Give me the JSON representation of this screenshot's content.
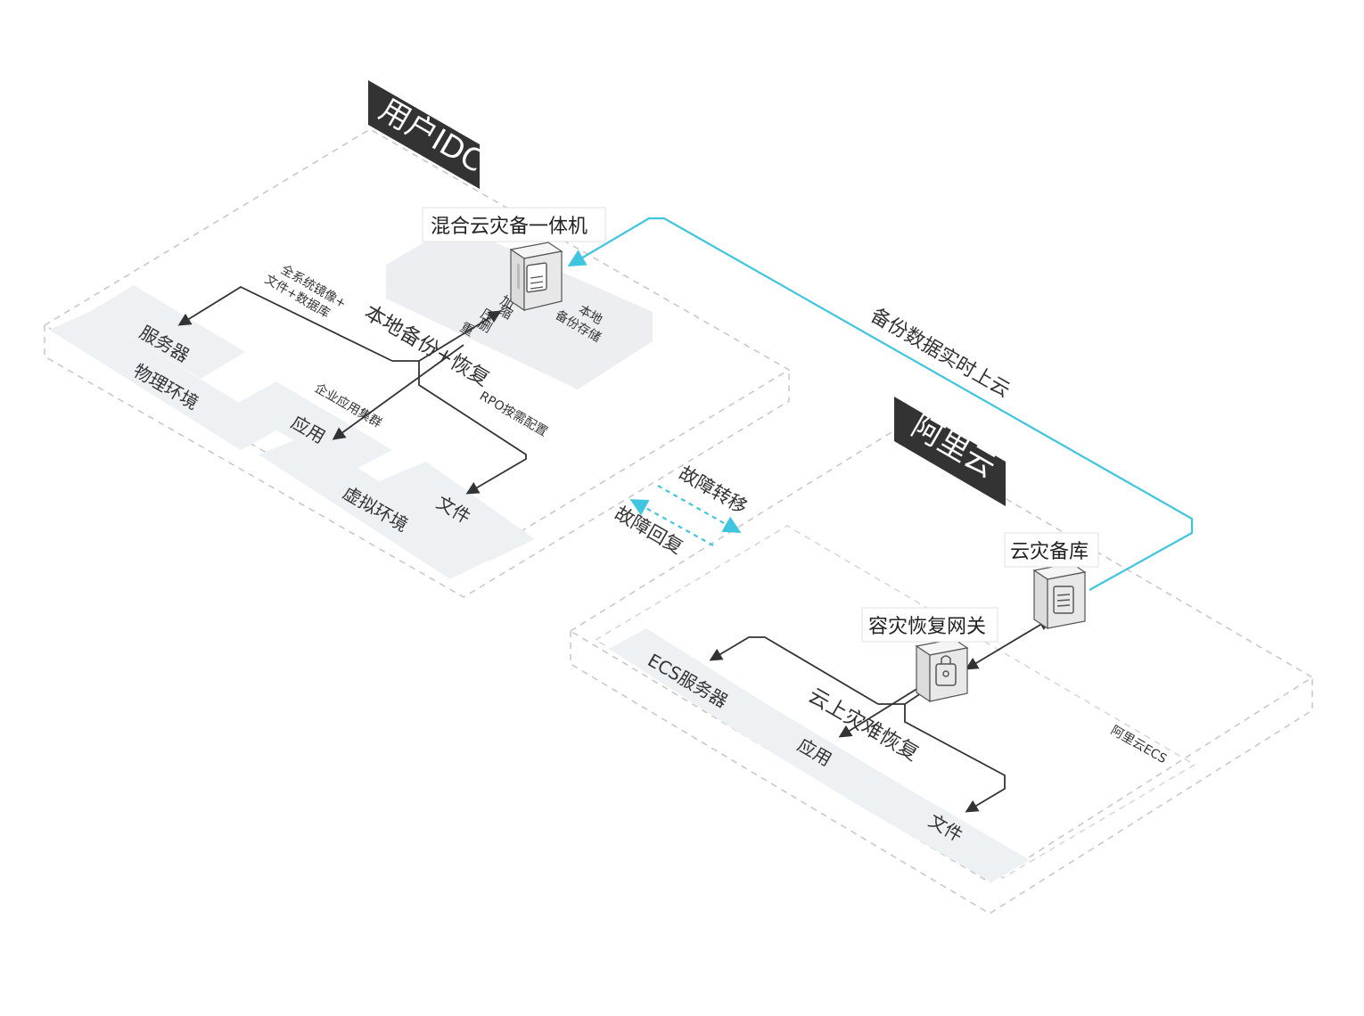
{
  "regions": {
    "idc": {
      "tag": "用户IDC",
      "appliance_label": "混合云灾备一体机",
      "tiles": {
        "server": "服务器",
        "physical_env": "物理环境",
        "app": "应用",
        "virtual_env": "虚拟环境",
        "file": "文件"
      },
      "flow_labels": {
        "local_backup": "本地备份+恢复",
        "full_image_line1": "全系统镜像+",
        "full_image_line2": "文件+数据库",
        "enterprise_cluster": "企业应用集群",
        "rpo": "RPO按需配置",
        "encrypt_1": "加",
        "encrypt_2": "密",
        "compress_1": "压",
        "compress_2": "缩",
        "dedup_1": "重",
        "dedup_2": "删",
        "local_storage_1": "本地",
        "local_storage_2": "备份存储"
      }
    },
    "aliyun": {
      "tag": "阿里云",
      "vault_label": "云灾备库",
      "gateway_label": "容灾恢复网关",
      "ecs_label": "阿里云ECS",
      "tiles": {
        "ecs_server": "ECS服务器",
        "app": "应用",
        "file": "文件"
      },
      "flow_labels": {
        "cloud_dr": "云上灾难恢复"
      }
    }
  },
  "connections": {
    "realtime_upload": "备份数据实时上云",
    "failover": "故障转移",
    "failback": "故障回复"
  },
  "colors": {
    "accent_cyan": "#3fc5e0",
    "tag_bg": "#333333",
    "tile_bg": "#eef1f4",
    "dashed_border": "#c9c9c9",
    "line_dark": "#333333"
  }
}
